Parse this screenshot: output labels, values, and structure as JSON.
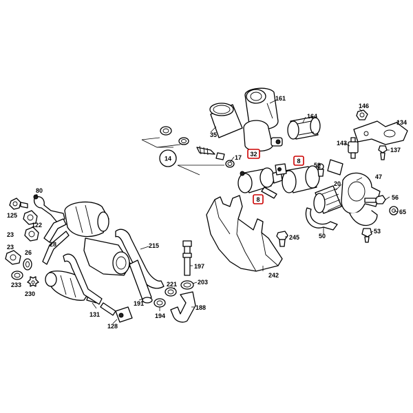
{
  "accent_color": "#cc0000",
  "labels": {
    "p161": "161",
    "p164": "164",
    "p35": "35",
    "p32": "32",
    "p14": "14",
    "p17": "17",
    "p8a": "8",
    "p8b": "8",
    "p59": "59",
    "p20": "20",
    "p47": "47",
    "p143": "143",
    "p146": "146",
    "p134": "134",
    "p137": "137",
    "p56": "56",
    "p65": "65",
    "p50": "50",
    "p53": "53",
    "p245": "245",
    "p242": "242",
    "p80": "80",
    "p125": "125",
    "p122": "122",
    "p28": "28",
    "p23a": "23",
    "p23b": "23",
    "p26": "26",
    "p233": "233",
    "p230": "230",
    "p215": "215",
    "p197": "197",
    "p221": "221",
    "p203": "203",
    "p191": "191",
    "p194": "194",
    "p188": "188",
    "p131": "131",
    "p128": "128"
  }
}
